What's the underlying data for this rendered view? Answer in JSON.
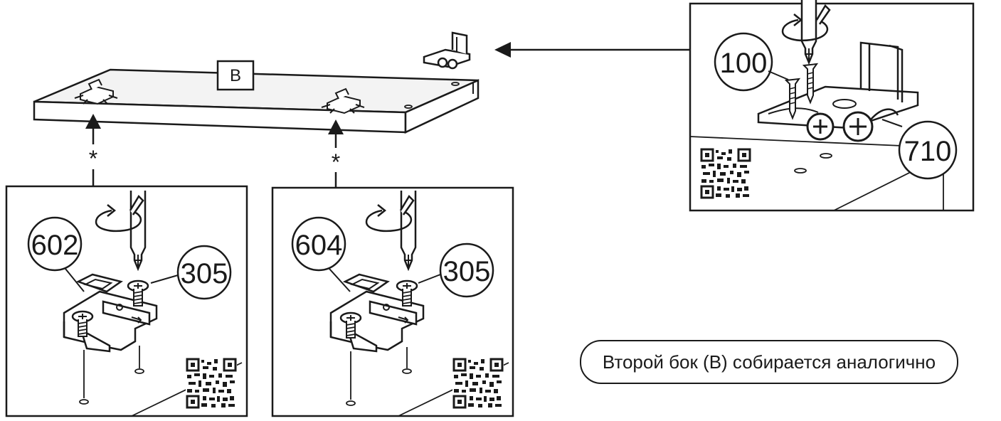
{
  "panel_label": "B",
  "assembly_marker": "*",
  "details": {
    "left": {
      "part_number": "602",
      "screw_number": "305"
    },
    "middle": {
      "part_number": "604",
      "screw_number": "305"
    },
    "right": {
      "screw_number": "100",
      "part_number": "710"
    }
  },
  "note": "Второй бок (B) собирается аналогично",
  "icons": [
    "screwdriver-icon",
    "rotation-arrow-icon",
    "screw-icon",
    "mounting-plate-icon",
    "qr-code-icon",
    "hinge-icon",
    "arrow-icon"
  ],
  "colors": {
    "line": "#1a1a1a",
    "background": "#ffffff",
    "panel_fill": "#f3f3f3"
  }
}
